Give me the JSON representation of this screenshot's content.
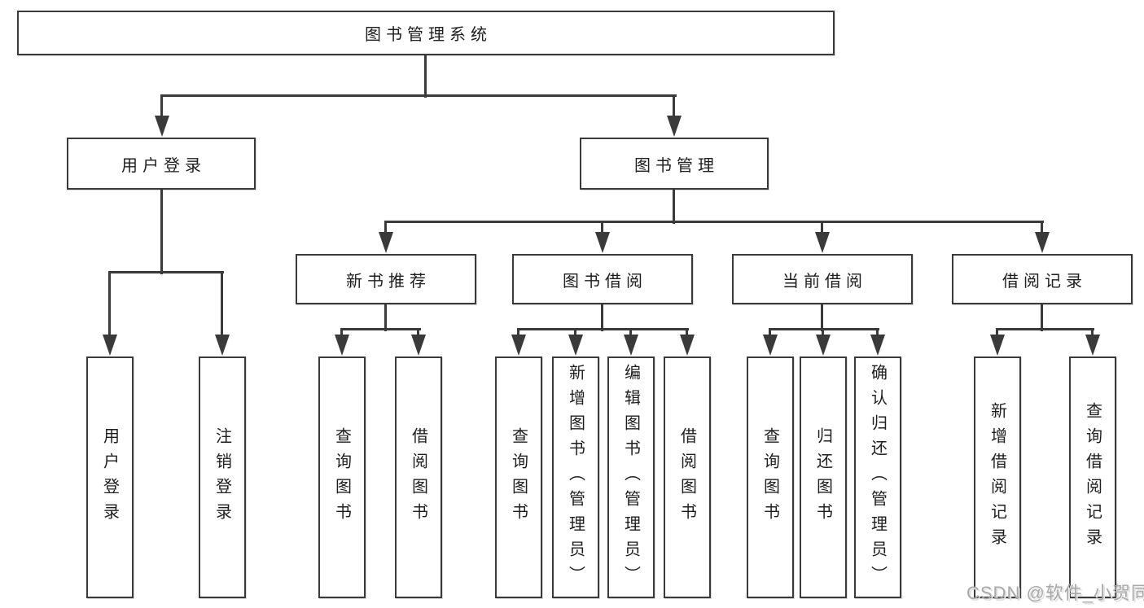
{
  "colors": {
    "line": "#3a3a3a",
    "text": "#1e1e1e",
    "background": "#ffffff",
    "watermark": "#a8a8a8"
  },
  "watermark": "CSDN @软件_小贺同学",
  "tree": {
    "label": "图书管理系统",
    "children": [
      {
        "label": "用户登录",
        "children": [
          {
            "label": "用户登录"
          },
          {
            "label": "注销登录"
          }
        ]
      },
      {
        "label": "图书管理",
        "children": [
          {
            "label": "新书推荐",
            "children": [
              {
                "label": "查询图书"
              },
              {
                "label": "借阅图书"
              }
            ]
          },
          {
            "label": "图书借阅",
            "children": [
              {
                "label": "查询图书"
              },
              {
                "label": "新增图书（管理员）"
              },
              {
                "label": "编辑图书（管理员）"
              },
              {
                "label": "借阅图书"
              }
            ]
          },
          {
            "label": "当前借阅",
            "children": [
              {
                "label": "查询图书"
              },
              {
                "label": "归还图书"
              },
              {
                "label": "确认归还（管理员）"
              }
            ]
          },
          {
            "label": "借阅记录",
            "children": [
              {
                "label": "新增借阅记录"
              },
              {
                "label": "查询借阅记录"
              }
            ]
          }
        ]
      }
    ]
  }
}
